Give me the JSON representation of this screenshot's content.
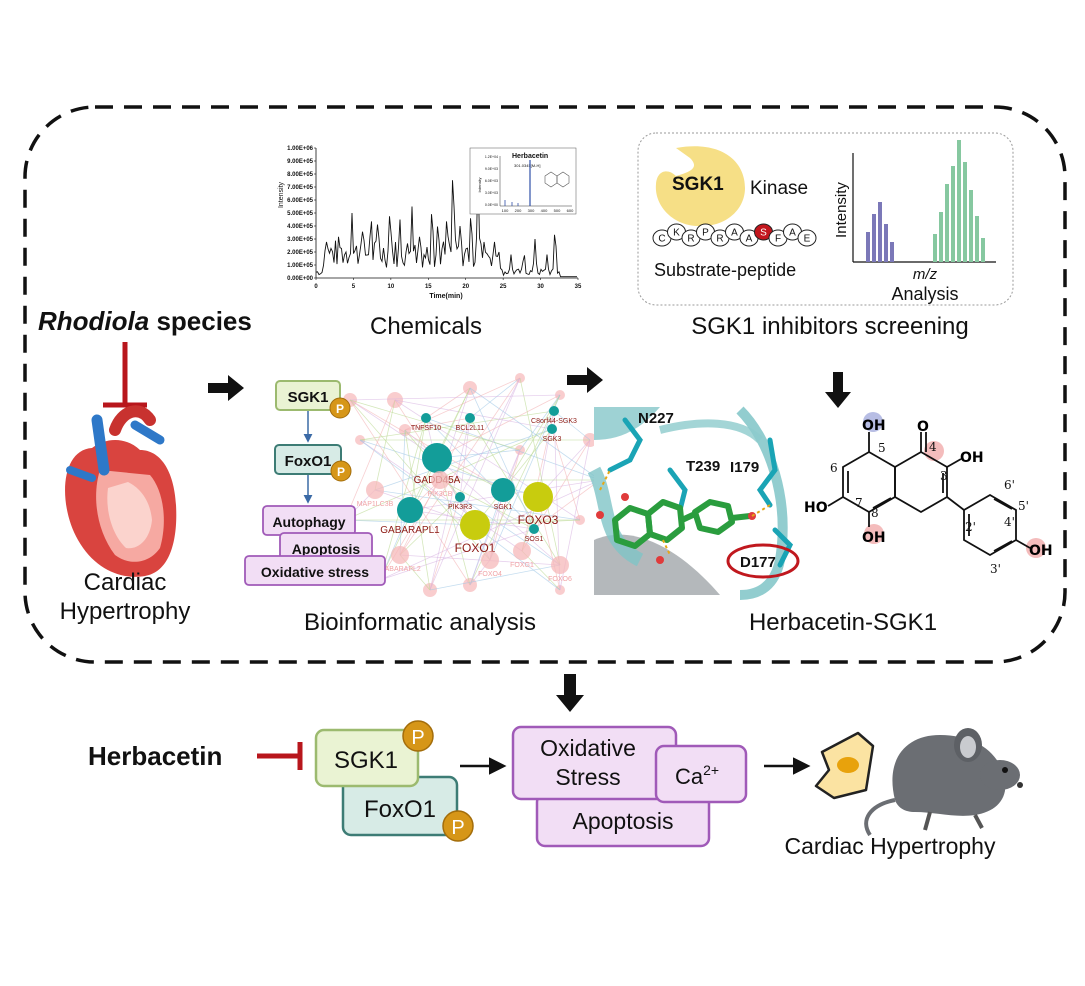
{
  "source": {
    "species_italic": "Rhodiola",
    "species_rest": " species",
    "disease_line1": "Cardiac",
    "disease_line2": "Hypertrophy"
  },
  "chemicals": {
    "caption": "Chemicals",
    "y_title": "Intensity",
    "x_title": "Time(min)",
    "y_ticks": [
      "1.00E+06",
      "9.00E+05",
      "8.00E+05",
      "7.00E+05",
      "6.00E+05",
      "5.00E+05",
      "4.00E+05",
      "3.00E+05",
      "2.00E+05",
      "1.00E+05",
      "0.00E+00"
    ],
    "x_ticks": [
      "0",
      "5",
      "10",
      "15",
      "20",
      "25",
      "30",
      "35"
    ],
    "inset": {
      "title": "Herbacetin",
      "peak_label": "301.0345[M-H]",
      "y_title": "Intensity",
      "y_ticks": [
        "1.2E+04",
        "9.0E+03",
        "6.0E+03",
        "3.0E+03",
        "0.0E+00"
      ],
      "x_ticks": [
        "100",
        "200",
        "300",
        "400",
        "500",
        "600"
      ]
    }
  },
  "screening": {
    "caption": "SGK1 inhibitors screening",
    "enzyme": "SGK1",
    "kinase": "Kinase",
    "peptide_label": "Substrate-peptide",
    "peptide_residues": [
      "C",
      "K",
      "R",
      "P",
      "R",
      "A",
      "A",
      "S",
      "F",
      "A",
      "E"
    ],
    "phospho_residue": "S",
    "spectrum_y": "Intensity",
    "spectrum_x": "m/z",
    "analysis": "Analysis"
  },
  "bioinfo": {
    "caption": "Bioinformatic analysis",
    "pathway": [
      "SGK1",
      "FoxO1",
      "Autophagy",
      "Apoptosis",
      "Oxidative stress"
    ],
    "phospho": "P",
    "network_nodes": [
      {
        "label": "TNFSF10",
        "dark": true
      },
      {
        "label": "BCL2L11",
        "dark": true
      },
      {
        "label": "GADD45A",
        "dark": true
      },
      {
        "label": "C8orf44-SGK3",
        "dark": true
      },
      {
        "label": "SGK3",
        "dark": true
      },
      {
        "label": "GABARAPL1",
        "dark": true
      },
      {
        "label": "PIK3R3",
        "dark": true
      },
      {
        "label": "SGK1",
        "dark": true
      },
      {
        "label": "FOXO3",
        "dark": true
      },
      {
        "label": "FOXO1",
        "dark": true
      },
      {
        "label": "SOS1",
        "dark": true
      },
      {
        "label": "GABARAPL2",
        "dark": false
      },
      {
        "label": "FOXO4",
        "dark": false
      },
      {
        "label": "FOXG1",
        "dark": false
      },
      {
        "label": "MAP1LC3B",
        "dark": false
      },
      {
        "label": "PIK3CB",
        "dark": false
      },
      {
        "label": "FOXO6",
        "dark": false
      }
    ]
  },
  "docking": {
    "caption": "Herbacetin-SGK1",
    "residues": [
      "N227",
      "T239",
      "I179",
      "D177"
    ]
  },
  "molecule": {
    "atoms": [
      "OH",
      "O",
      "OH",
      "HO",
      "OH",
      "OH"
    ],
    "positions": [
      "5",
      "4",
      "3",
      "6",
      "7",
      "8",
      "2'",
      "3'",
      "4'",
      "5'",
      "6'"
    ]
  },
  "mechanism": {
    "compound": "Herbacetin",
    "sgk1": "SGK1",
    "foxo1": "FoxO1",
    "phospho": "P",
    "oxidative_line1": "Oxidative",
    "oxidative_line2": "Stress",
    "calcium": "Ca",
    "calcium_sup": "2+",
    "apoptosis": "Apoptosis",
    "outcome": "Cardiac Hypertrophy"
  },
  "colors": {
    "inhibit_red": "#b8161c",
    "sgk1_fill": "#eaf3d3",
    "sgk1_stroke": "#9cba6f",
    "foxo1_fill": "#d7ebe6",
    "foxo1_stroke": "#3d7c75",
    "phospho_fill": "#d69618",
    "purple_fill": "#f2def5",
    "purple_stroke": "#a05ab8",
    "teal_node": "#139d99",
    "yellow_node": "#c8cc0e",
    "pink_node": "#f6b8b9"
  }
}
